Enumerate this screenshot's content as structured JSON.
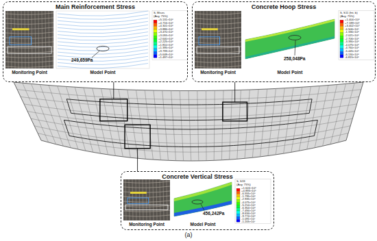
{
  "diagram": {
    "caption": "(a)",
    "nodes": [
      {
        "text": [
          "Main Reinforcement Stress"
        ]
      },
      {
        "text": [
          "Concrete Hoop Stress"
        ]
      },
      {
        "text": [
          "Concrete Vertical Stress"
        ]
      }
    ],
    "labels": [
      "Monitoring Point",
      "Model Point",
      "249,659Pa",
      "S, Mises",
      "(Avg: 75%)",
      "+5.131×10⁶",
      "+4.716×10⁶",
      "+4.301×10⁶",
      "+3.886×10⁶",
      "+3.470×10⁶",
      "+3.055×10⁶",
      "+2.640×10⁶",
      "+2.225×10⁶",
      "+1.810×10⁶",
      "+1.395×10⁶",
      "+9.799×10⁵",
      "+5.648×10⁵",
      "+1.497×10⁵",
      "Monitoring Point",
      "Model Point",
      "258,048Pa",
      "S, S11 (fnt, b)",
      "(Avg: 75%)",
      "+1.404×10⁶",
      "+7.189×10⁵",
      "+3.402×10⁴",
      "-6.506×10⁵",
      "-1.336×10⁶",
      "-2.021×10⁶",
      "-2.706×10⁶",
      "-3.390×10⁶",
      "-4.075×10⁶",
      "-4.760×10⁶",
      "-5.445×10⁶",
      "-6.130×10⁶",
      "-6.815×10⁶",
      "Monitoring Point",
      "Model Point",
      "456,242Pa",
      "S, S33",
      "(Avg: 75%)",
      "+1.624×10⁶",
      "+4.893×10⁵",
      "-6.555×10⁵",
      "-1.795×10⁶",
      "-2.935×10⁶",
      "-4.075×10⁶",
      "-5.214×10⁶",
      "-6.354×10⁶",
      "-7.494×10⁶",
      "-8.634×10⁶",
      "-9.774×10⁶",
      "-1.091×10⁷",
      "-1.205×10⁷"
    ]
  }
}
